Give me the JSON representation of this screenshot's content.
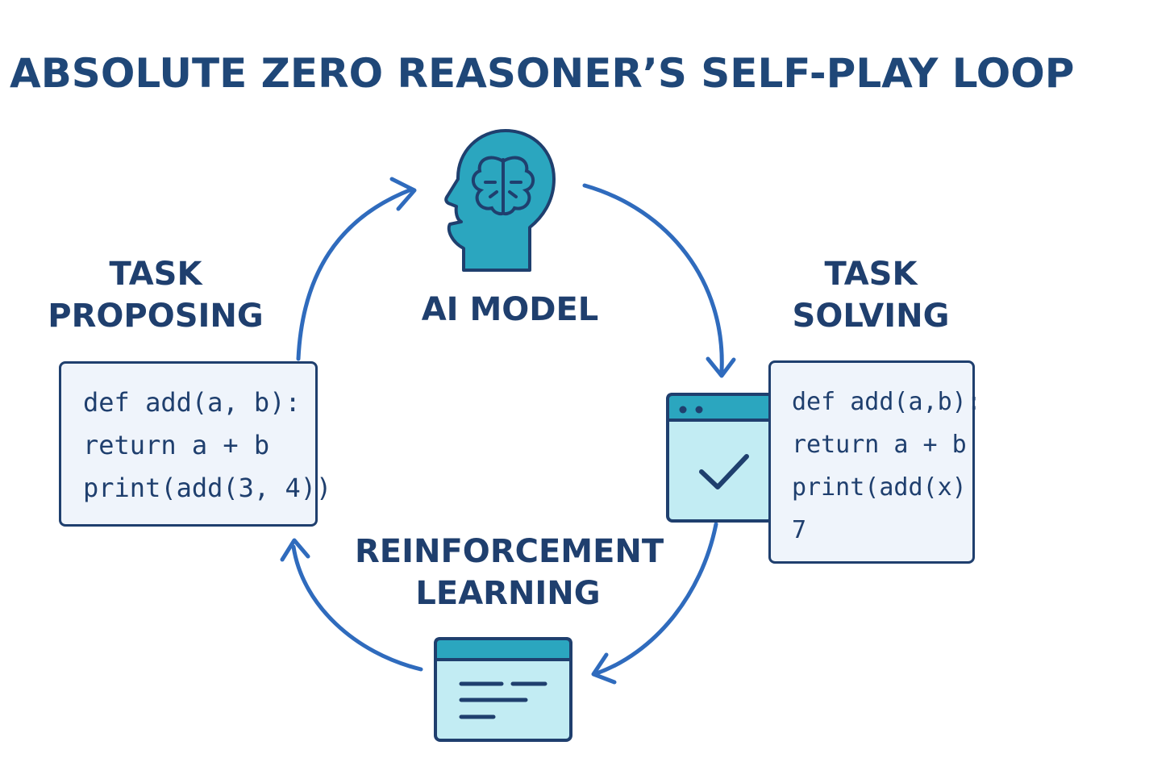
{
  "title": "ABSOLUTE ZERO REASONER’S SELF-PLAY LOOP",
  "nodes": {
    "proposing": {
      "line1": "TASK",
      "line2": "PROPOSING"
    },
    "model": {
      "label": "AI MODEL"
    },
    "solving": {
      "line1": "TASK",
      "line2": "SOLVING"
    },
    "rl": {
      "line1": "REINFORCEMENT",
      "line2": "LEARNING"
    }
  },
  "code": {
    "proposing": [
      "def add(a, b):",
      "return a + b",
      "print(add(3, 4))"
    ],
    "solving": [
      "def add(a,b):",
      "return a + b",
      "print(add(x)",
      "7"
    ]
  },
  "icons": {
    "model": "head-brain-icon",
    "solving": "browser-check-icon",
    "rl": "browser-document-icon"
  },
  "colors": {
    "navy": "#1f3f6e",
    "arrow": "#2f6bbd",
    "teal": "#2ba6bf",
    "light_teal": "#c2ecf3",
    "box_fill": "#eff4fb"
  }
}
